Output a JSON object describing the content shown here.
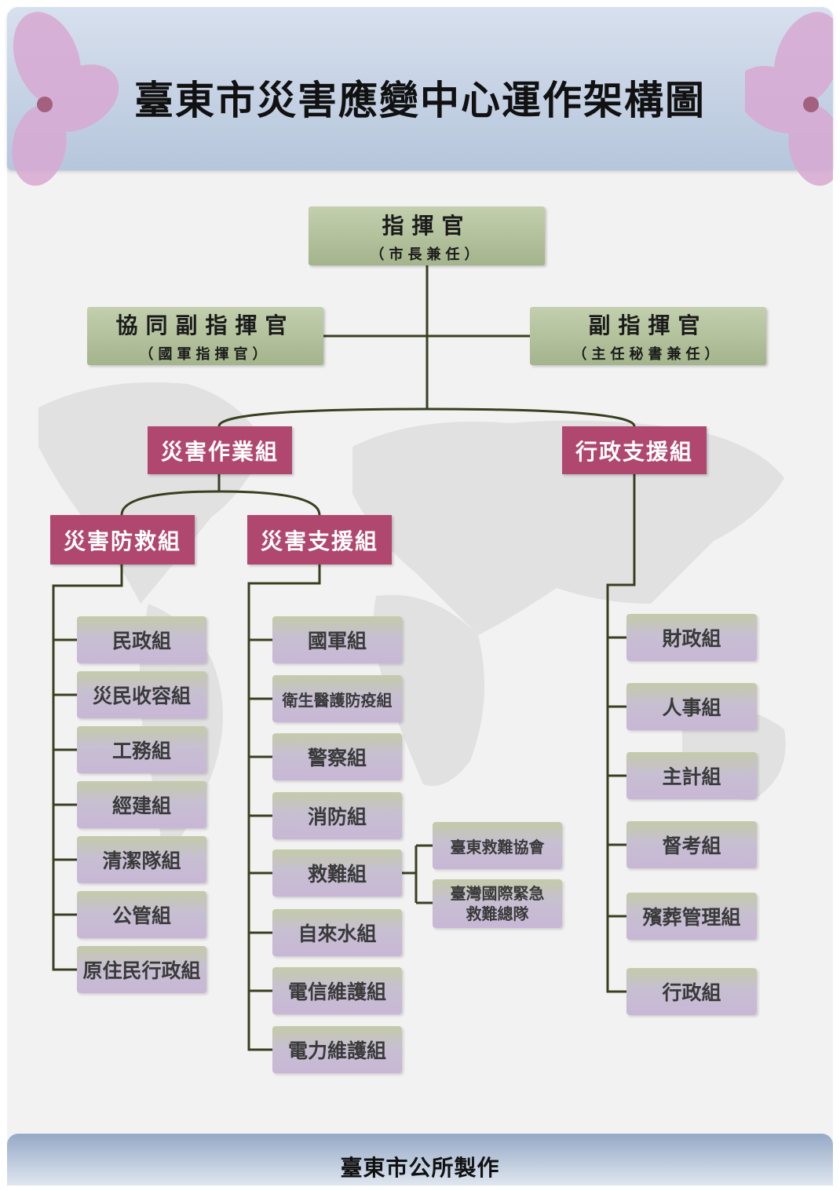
{
  "title": "臺東市災害應變中心運作架構圖",
  "footer": "臺東市公所製作",
  "commander": {
    "name": "指揮官",
    "note": "（市長兼任）"
  },
  "co_deputy": {
    "name": "協同副指揮官",
    "note": "（國軍指揮官）"
  },
  "deputy": {
    "name": "副指揮官",
    "note": "（主任秘書兼任）"
  },
  "groups": {
    "operations": "災害作業組",
    "admin_support": "行政支援組",
    "rescue": "災害防救組",
    "support": "災害支援組"
  },
  "rescue_units": [
    "民政組",
    "災民收容組",
    "工務組",
    "經建組",
    "清潔隊組",
    "公管組",
    "原住民行政組"
  ],
  "support_units": [
    "國軍組",
    "衛生醫護防疫組",
    "警察組",
    "消防組",
    "救難組",
    "自來水組",
    "電信維護組",
    "電力維護組"
  ],
  "rescue_partners": [
    "臺東救難協會",
    "臺灣國際緊急救難總隊"
  ],
  "admin_units": [
    "財政組",
    "人事組",
    "主計組",
    "督考組",
    "殯葬管理組",
    "行政組"
  ]
}
